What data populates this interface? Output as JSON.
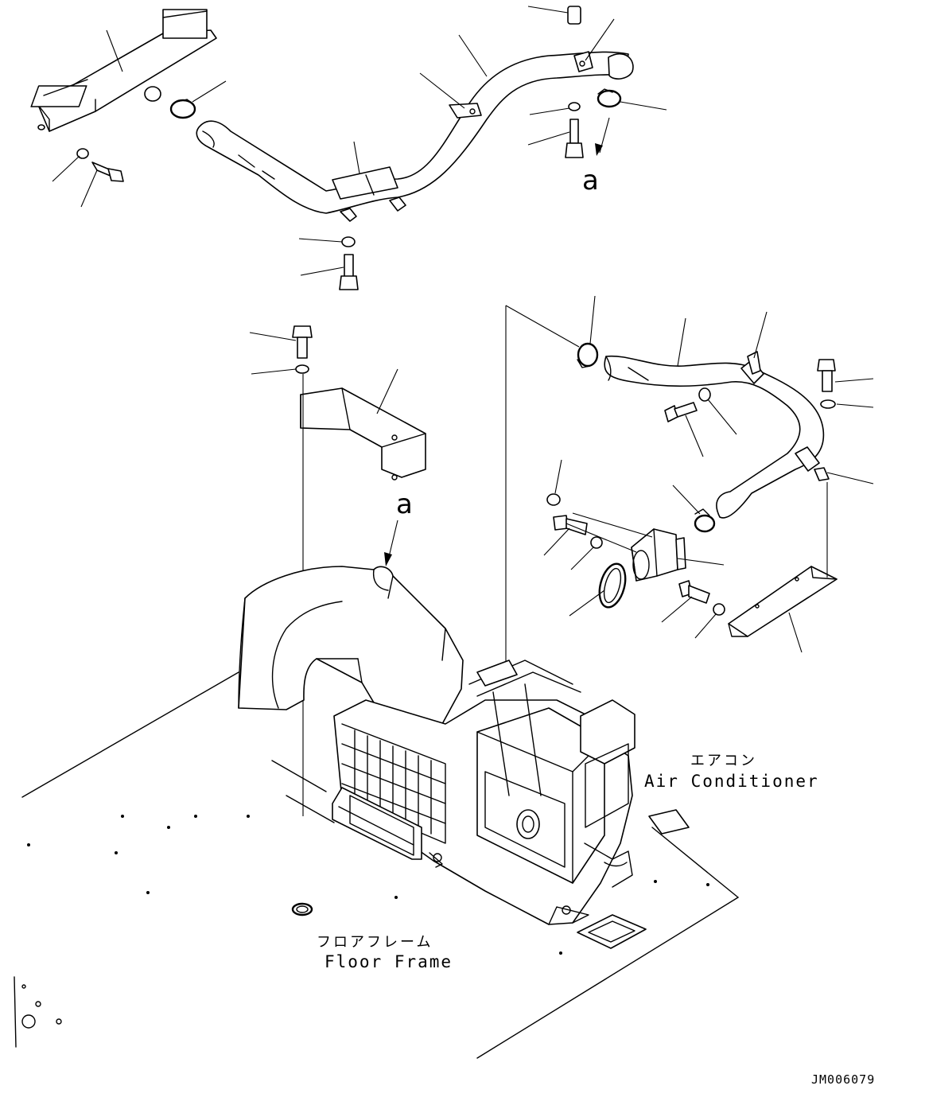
{
  "callouts": {
    "view_a_top": "a",
    "view_a_bottom": "a"
  },
  "labels": {
    "air_conditioner_jp": "エアコン",
    "air_conditioner_en": "Air Conditioner",
    "floor_frame_jp": "フロアフレーム",
    "floor_frame_en": "Floor Frame"
  },
  "drawing_code": "JM006079"
}
